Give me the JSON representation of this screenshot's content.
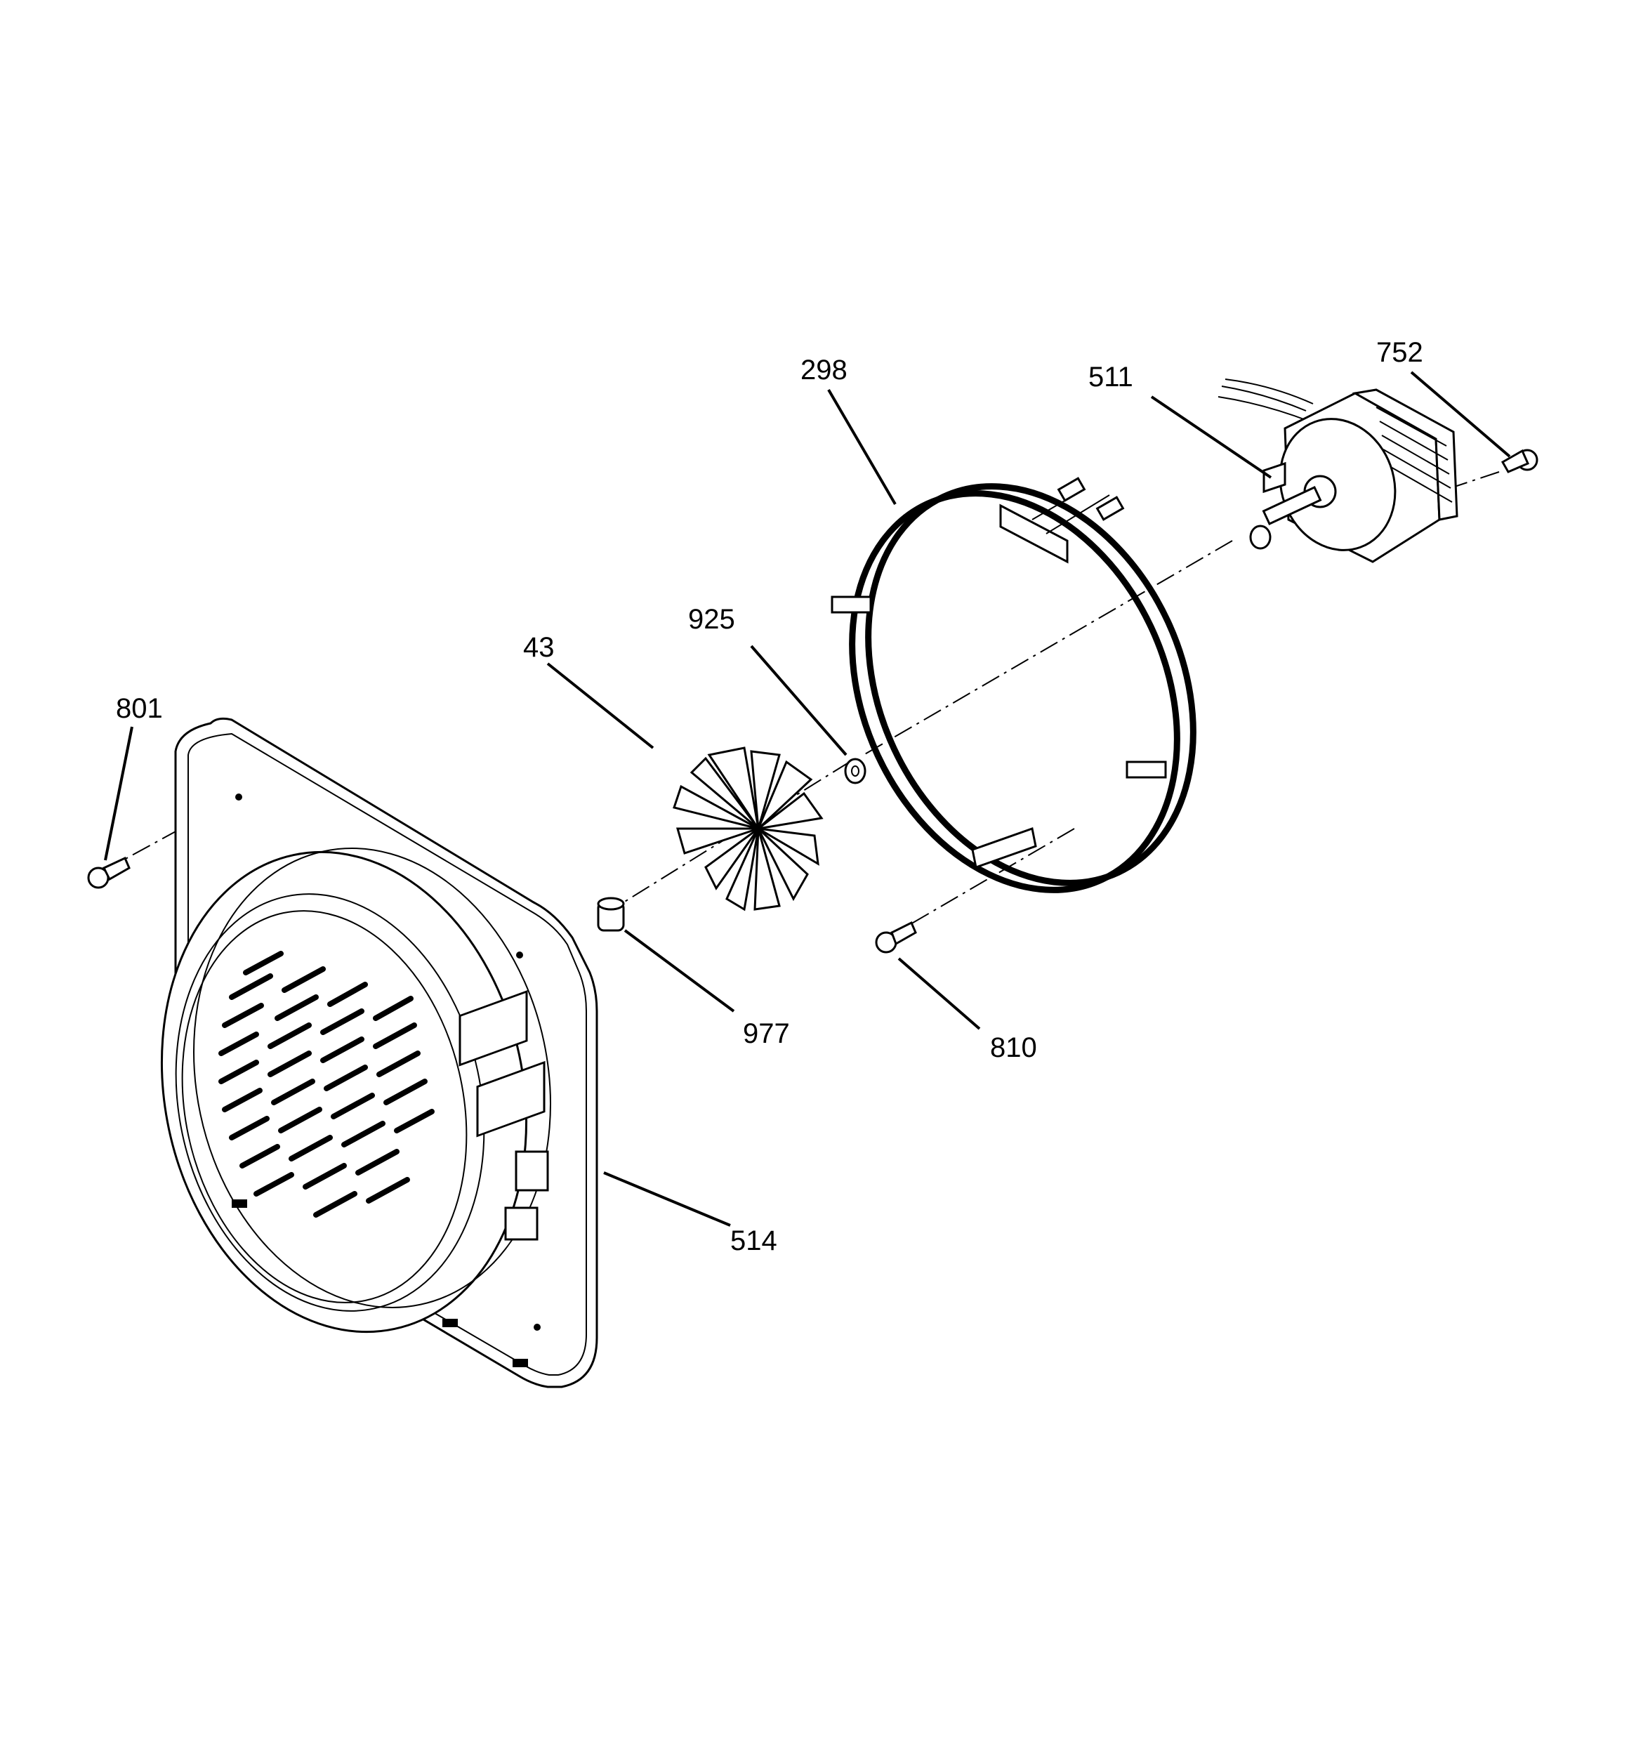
{
  "callouts": {
    "c298": "298",
    "c511": "511",
    "c752": "752",
    "c925": "925",
    "c43": "43",
    "c801": "801",
    "c977": "977",
    "c810": "810",
    "c514": "514"
  }
}
